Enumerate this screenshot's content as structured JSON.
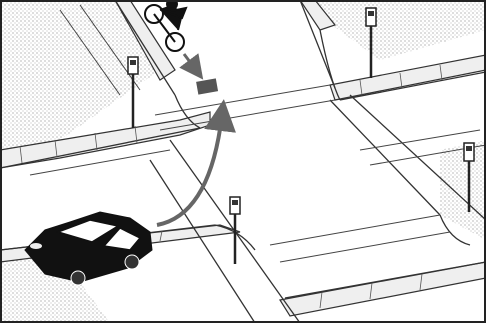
{
  "illustration": {
    "subject": "intersection-left-turn-with-cyclist",
    "elements": [
      "sidewalk",
      "crosswalk",
      "pedestrian-signal",
      "car",
      "cyclist",
      "turn-arrow",
      "conflict-point"
    ],
    "colors": {
      "stroke": "#222222",
      "road": "#ffffff",
      "sidewalk": "#e9e9e9",
      "car": "#111111",
      "arrow": "#666666",
      "conflict_mark": "#555555"
    }
  }
}
